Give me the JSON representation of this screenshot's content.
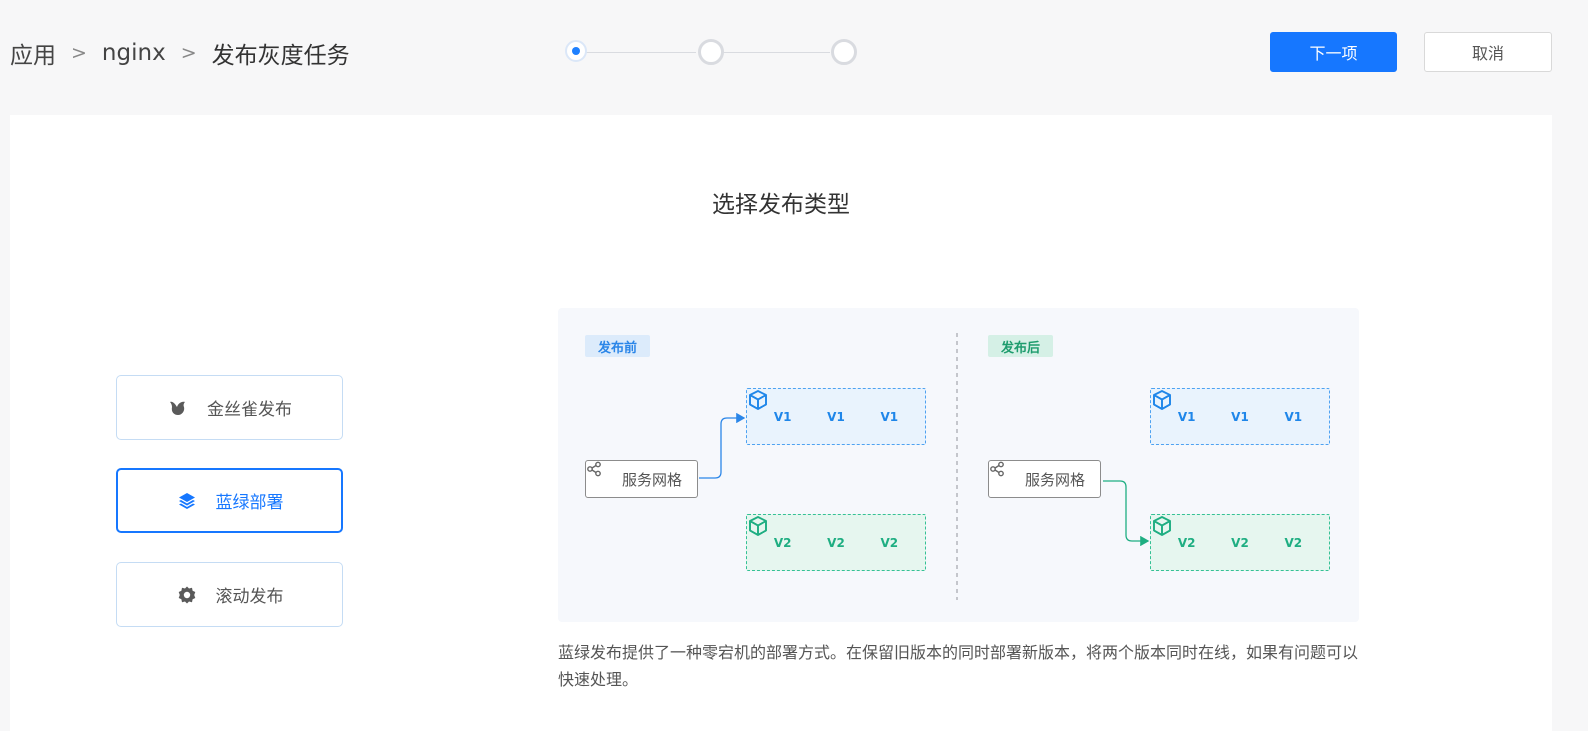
{
  "breadcrumb": {
    "items": [
      "应用",
      "nginx",
      "发布灰度任务"
    ],
    "separator": ">"
  },
  "steps": {
    "total": 3,
    "current": 1
  },
  "actions": {
    "next_label": "下一项",
    "cancel_label": "取消"
  },
  "main": {
    "title": "选择发布类型",
    "options": [
      {
        "label": "金丝雀发布",
        "icon": "bird-icon",
        "selected": false
      },
      {
        "label": "蓝绿部署",
        "icon": "layers-icon",
        "selected": true
      },
      {
        "label": "滚动发布",
        "icon": "gear-icon",
        "selected": false
      }
    ],
    "diagram": {
      "before": {
        "tag": "发布前",
        "node_label": "服务网格",
        "v1_labels": [
          "V1",
          "V1",
          "V1"
        ],
        "v2_labels": [
          "V2",
          "V2",
          "V2"
        ],
        "routes_to": "V1"
      },
      "after": {
        "tag": "发布后",
        "node_label": "服务网格",
        "v1_labels": [
          "V1",
          "V1",
          "V1"
        ],
        "v2_labels": [
          "V2",
          "V2",
          "V2"
        ],
        "routes_to": "V2"
      }
    },
    "description": "蓝绿发布提供了一种零宕机的部署方式。在保留旧版本的同时部署新版本，将两个版本同时在线，如果有问题可以快速处理。"
  },
  "colors": {
    "primary": "#1677ff",
    "v1_blue": "#1f86e9",
    "v2_green": "#1fae82",
    "tag_before_bg": "#dcebfb",
    "tag_after_bg": "#d5f0e6"
  }
}
